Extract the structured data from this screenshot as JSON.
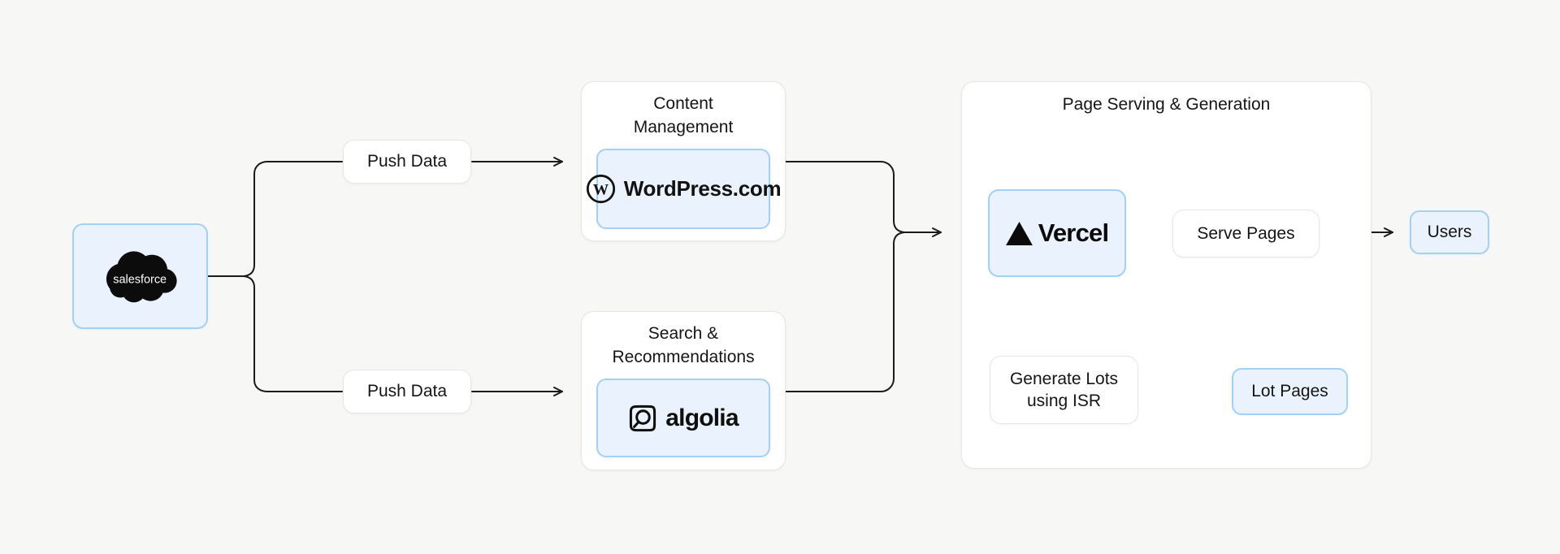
{
  "diagram": {
    "background_color": "#f7f7f5",
    "line_color": "#1b1b1b",
    "accent_fill_color": "#eaf3fd",
    "accent_border_color": "#a3d0f7",
    "nodes": {
      "salesforce": {
        "label": "salesforce",
        "icon": "salesforce-cloud-logo"
      },
      "push_data_top": {
        "label": "Push Data"
      },
      "push_data_bottom": {
        "label": "Push Data"
      },
      "content_management": {
        "title": "Content Management",
        "service": "WordPress.com",
        "service_icon": "wordpress-logo"
      },
      "search_recommendations": {
        "title": "Search & Recommendations",
        "service": "algolia",
        "service_icon": "algolia-logo"
      },
      "page_serving": {
        "title": "Page Serving & Generation",
        "vercel_label": "Vercel",
        "vercel_icon": "vercel-triangle-logo",
        "serve_pages_label": "Serve Pages",
        "generate_lots_label": "Generate Lots using ISR",
        "lot_pages_label": "Lot Pages"
      },
      "users": {
        "label": "Users"
      }
    },
    "edges": [
      {
        "from": "salesforce",
        "to": "push_data_top",
        "arrow": false
      },
      {
        "from": "salesforce",
        "to": "push_data_bottom",
        "arrow": false
      },
      {
        "from": "push_data_top",
        "to": "content_management",
        "arrow": true
      },
      {
        "from": "push_data_bottom",
        "to": "search_recommendations",
        "arrow": true
      },
      {
        "from": "content_management",
        "to": "page_serving",
        "arrow": true
      },
      {
        "from": "search_recommendations",
        "to": "page_serving",
        "arrow": true
      },
      {
        "from": "vercel",
        "to": "serve_pages",
        "arrow": false
      },
      {
        "from": "serve_pages",
        "to": "users",
        "arrow": true
      },
      {
        "from": "vercel",
        "to": "generate_lots",
        "arrow": false
      },
      {
        "from": "generate_lots",
        "to": "lot_pages",
        "arrow": true
      }
    ]
  }
}
